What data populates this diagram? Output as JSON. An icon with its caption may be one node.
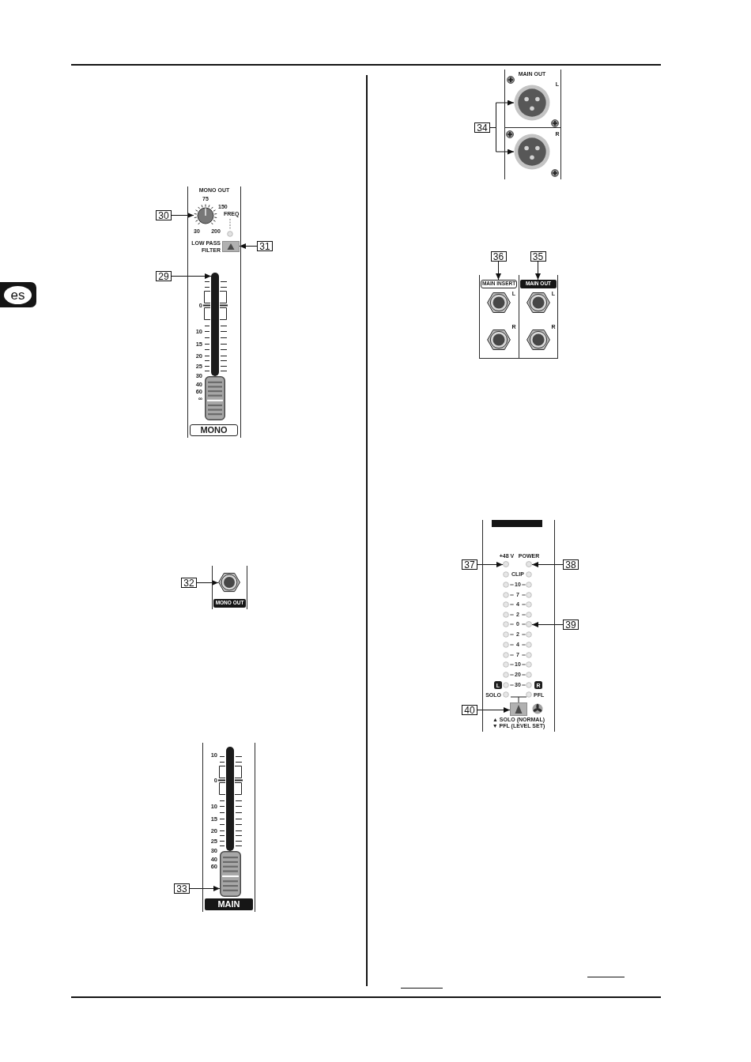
{
  "diagram": {
    "nodes": [
      {
        "text": [
          "es"
        ]
      },
      {
        "text": [
          "30"
        ]
      },
      {
        "text": [],
        "shape": "circle"
      },
      {
        "text": [],
        "shape": "box"
      },
      {
        "text": [
          "31"
        ]
      },
      {
        "text": [
          "29"
        ]
      },
      {
        "text": [],
        "shape": "bar"
      },
      {
        "text": [
          "MONO"
        ]
      },
      {
        "text": [
          "32"
        ]
      },
      {
        "text": [],
        "shape": "circle"
      },
      {
        "text": [
          "MONO OUT"
        ]
      },
      {
        "text": [
          "33"
        ]
      },
      {
        "text": [],
        "shape": "box"
      },
      {
        "text": [
          "MAIN"
        ]
      },
      {
        "text": [
          "34"
        ]
      },
      {
        "text": [],
        "shape": "circle"
      },
      {
        "text": [],
        "shape": "circle"
      },
      {
        "text": [
          "36"
        ]
      },
      {
        "text": [
          "35"
        ]
      },
      {
        "text": [
          "MAIN INSERT"
        ]
      },
      {
        "text": [
          "MAIN OUT"
        ]
      },
      {
        "text": [
          "37"
        ]
      },
      {
        "text": [],
        "shape": "circle"
      },
      {
        "text": [],
        "shape": "circle"
      },
      {
        "text": [
          "38"
        ]
      },
      {
        "text": [
          "39"
        ]
      },
      {
        "text": [],
        "shape": "circle"
      },
      {
        "text": [
          "L"
        ]
      },
      {
        "text": [
          "R"
        ]
      },
      {
        "text": [
          "40"
        ]
      },
      {
        "text": [],
        "shape": "box"
      },
      {
        "text": [],
        "shape": "box"
      },
      {
        "text": [],
        "shape": "circle"
      },
      {
        "text": [],
        "shape": "circle"
      },
      {
        "text": [],
        "shape": "circle"
      },
      {
        "text": [],
        "shape": "circle"
      }
    ],
    "edges": [
      {
        "from": 1,
        "to": 2,
        "arrow": "to"
      },
      {
        "from": 4,
        "to": 3,
        "arrow": "to"
      },
      {
        "from": 5,
        "to": 6,
        "arrow": "to"
      },
      {
        "from": 8,
        "to": 9,
        "arrow": "to"
      },
      {
        "from": 11,
        "to": 12,
        "arrow": "to"
      },
      {
        "from": 14,
        "to": 15,
        "arrow": "to"
      },
      {
        "from": 14,
        "to": 16,
        "arrow": "to"
      },
      {
        "from": 17,
        "to": 19,
        "arrow": "to"
      },
      {
        "from": 18,
        "to": 20,
        "arrow": "to"
      },
      {
        "from": 21,
        "to": 22,
        "arrow": "to"
      },
      {
        "from": 24,
        "to": 23,
        "arrow": "to"
      },
      {
        "from": 25,
        "to": 26,
        "arrow": "to"
      },
      {
        "from": 29,
        "to": 30,
        "arrow": "to"
      }
    ],
    "labels": [
      "MONO OUT",
      "75",
      "150",
      "FREQ",
      "30",
      "200",
      "LOW PASS FILTER",
      "0",
      "10",
      "15",
      "20",
      "25",
      "30",
      "40",
      "60",
      "∞",
      "10",
      "0",
      "10",
      "15",
      "20",
      "25",
      "30",
      "40",
      "60",
      "MAIN OUT",
      "L",
      "R",
      "L",
      "L",
      "R",
      "R",
      "+48 V",
      "POWER",
      "CLIP",
      "10",
      "7",
      "4",
      "2",
      "0",
      "2",
      "4",
      "7",
      "10",
      "20",
      "30",
      "SOLO",
      "PFL",
      "▲ SOLO (NORMAL)",
      "▼ PFL (LEVEL SET)"
    ]
  }
}
